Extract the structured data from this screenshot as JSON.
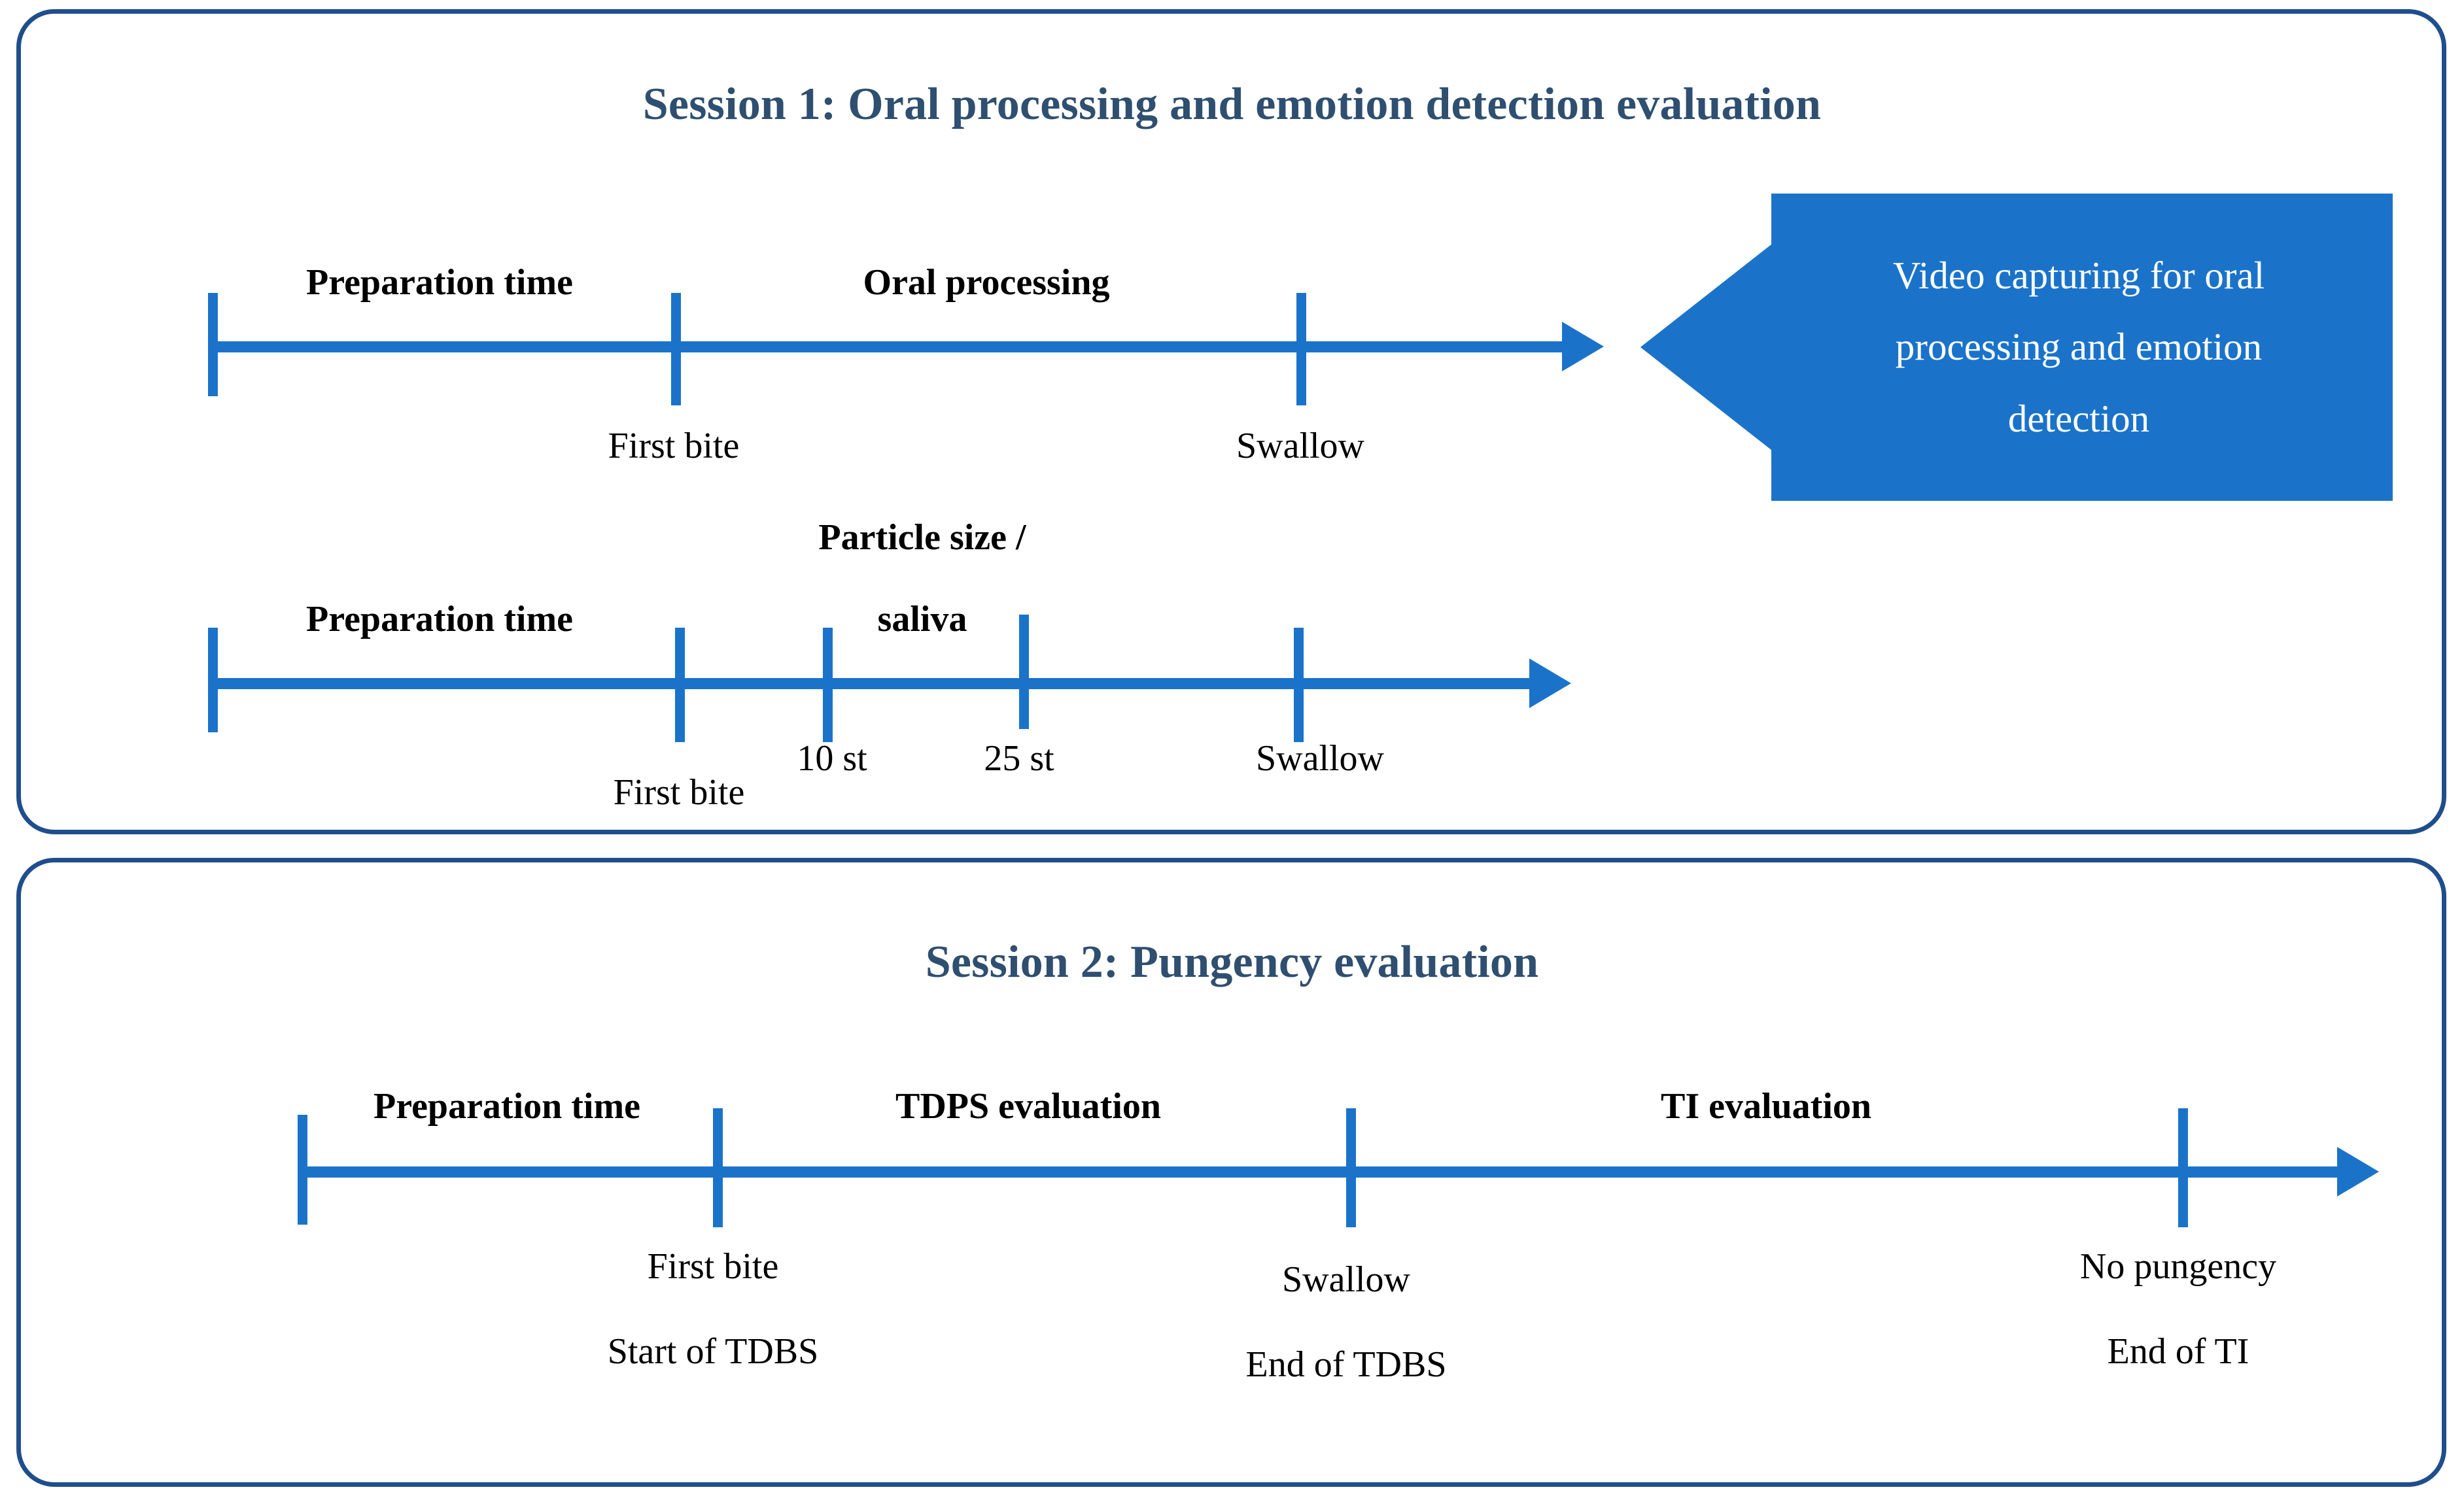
{
  "figure": {
    "sessions": [
      {
        "id": "session-1",
        "title": "Session 1: Oral processing and emotion detection evaluation",
        "timelines": [
          {
            "id": "timeline-oral-processing",
            "segments": [
              "Preparation time",
              "Oral processing"
            ],
            "points": [
              "First bite",
              "Swallow"
            ]
          },
          {
            "id": "timeline-particle-size",
            "segments": [
              "Preparation time",
              "Particle size /",
              "saliva"
            ],
            "points": [
              "First bite",
              "10 st",
              "25 st",
              "Swallow"
            ]
          }
        ],
        "callout": {
          "id": "video-capturing-callout",
          "lines": [
            "Video capturing for oral",
            "processing and emotion",
            "detection"
          ]
        }
      },
      {
        "id": "session-2",
        "title": "Session 2: Pungency evaluation",
        "timelines": [
          {
            "id": "timeline-pungency",
            "segments": [
              "Preparation time",
              "TDPS evaluation",
              "TI evaluation"
            ],
            "points": [
              "First bite",
              "Swallow",
              "No pungency"
            ],
            "points_secondary": [
              "Start of TDBS",
              "End of TDBS",
              "End of TI"
            ]
          }
        ]
      }
    ],
    "colors": {
      "panel_border": "#1F4E8C",
      "timeline_blue": "#1B73C9",
      "callout_fill": "#1B73C9",
      "title_text": "#2F4F70",
      "label_text": "#000000",
      "callout_text": "#FFFFFF"
    }
  }
}
